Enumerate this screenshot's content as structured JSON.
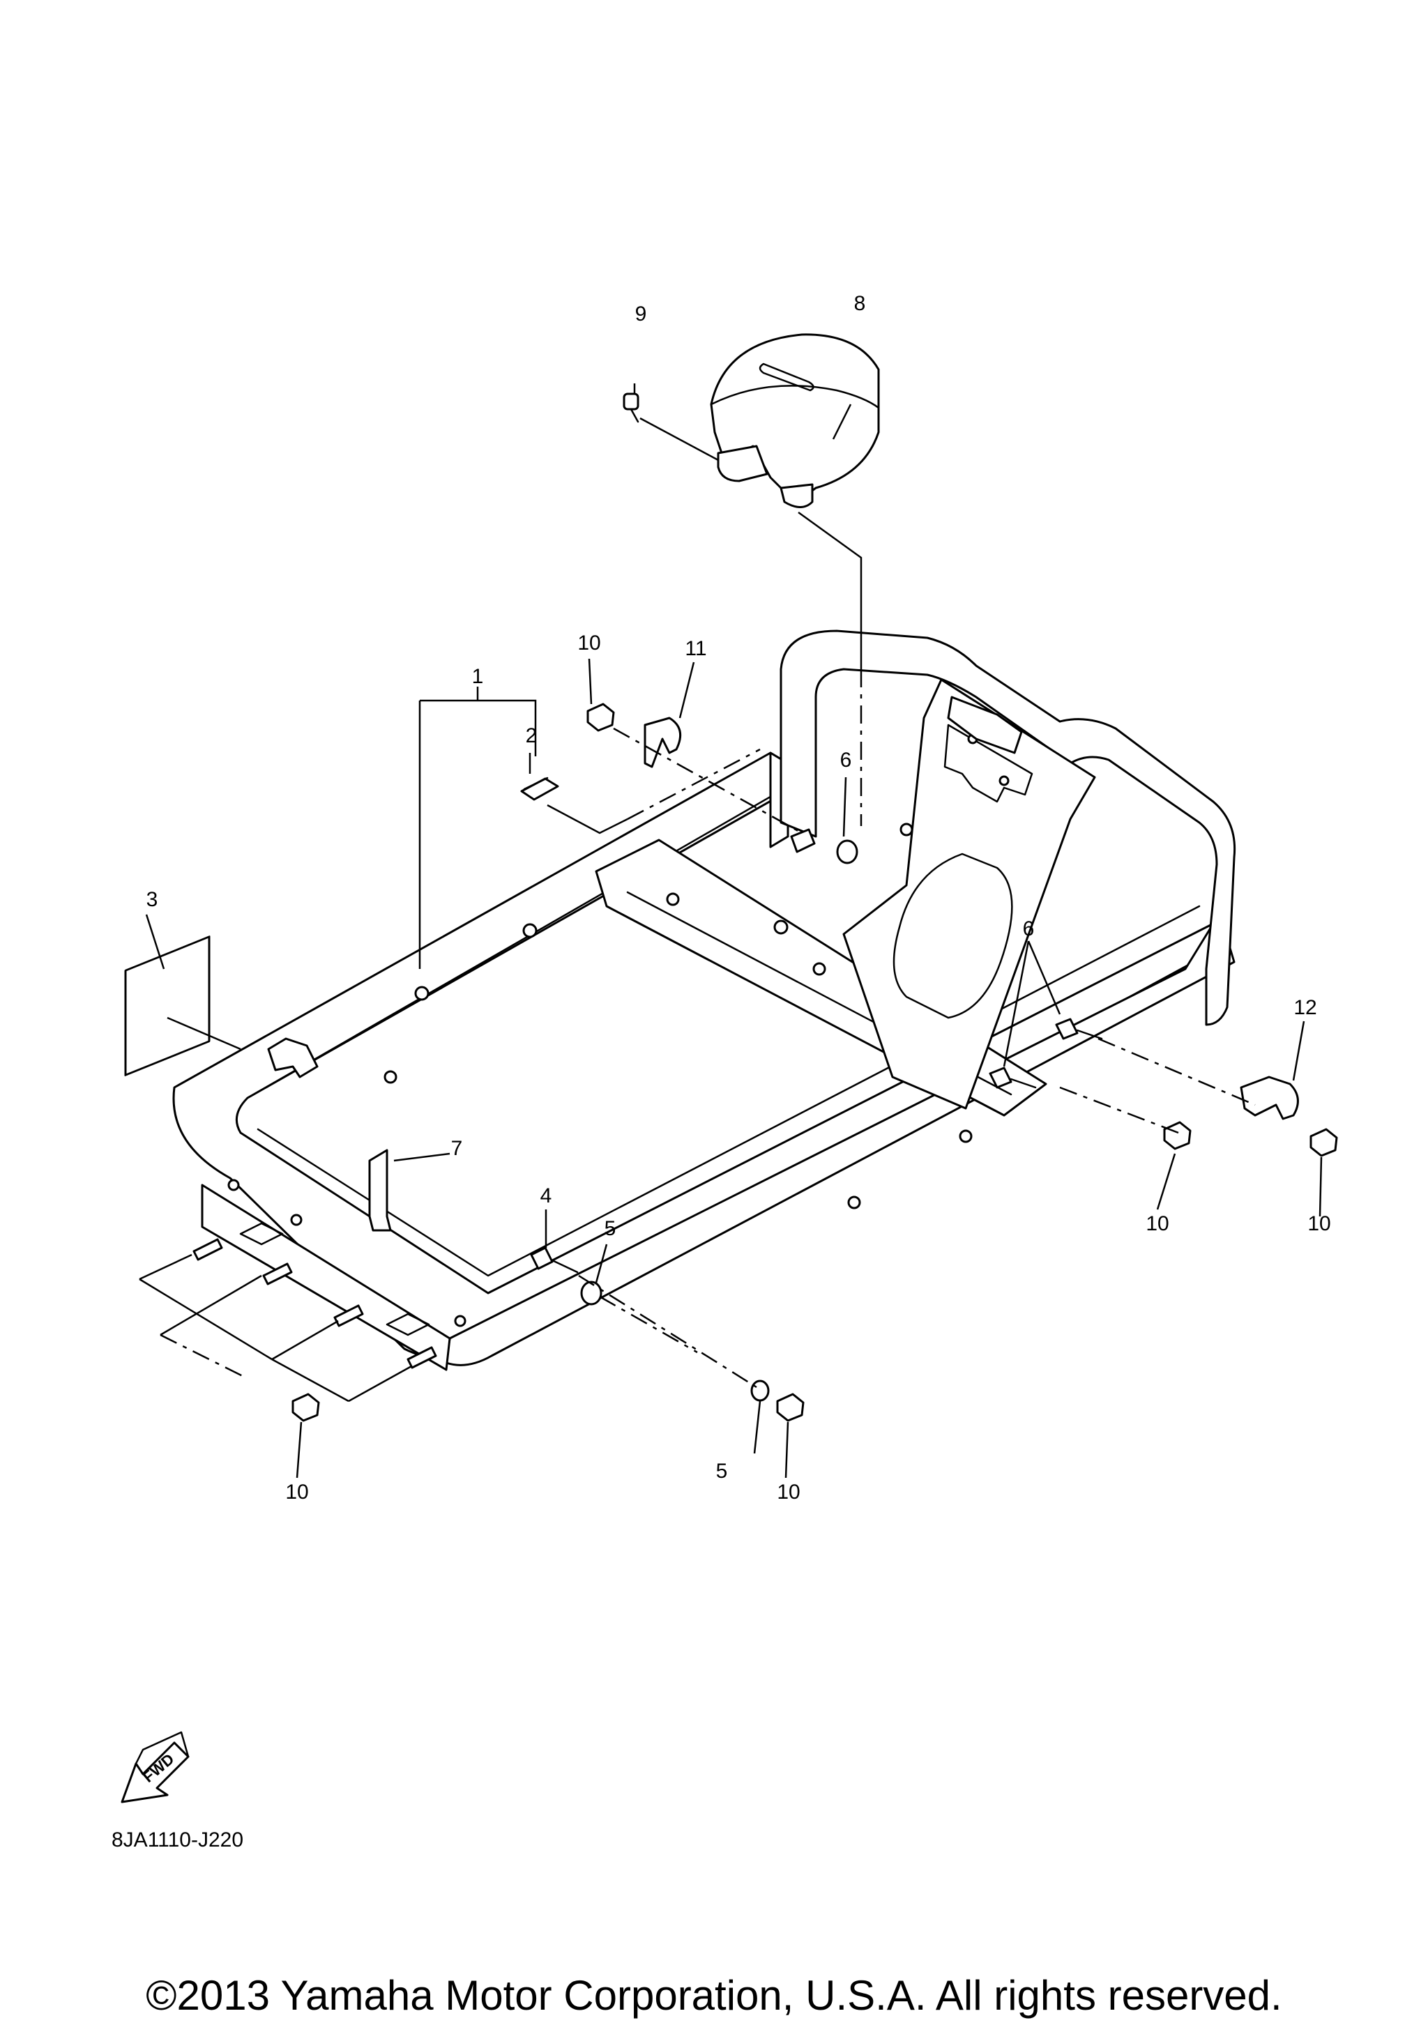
{
  "callouts": {
    "c1": "1",
    "c2": "2",
    "c3": "3",
    "c4": "4",
    "c5a": "5",
    "c5b": "5",
    "c6a": "6",
    "c6b": "6",
    "c7": "7",
    "c8": "8",
    "c9": "9",
    "c10a": "10",
    "c10b": "10",
    "c10c": "10",
    "c10d": "10",
    "c10e": "10",
    "c11": "11",
    "c12": "12"
  },
  "fwd_label": "FWD",
  "diagram_code": "8JA1110-J220",
  "copyright": "©2013 Yamaha Motor Corporation, U.S.A. All rights reserved."
}
